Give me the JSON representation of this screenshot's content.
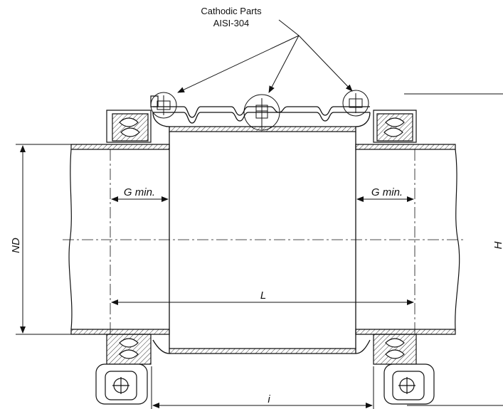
{
  "callout": {
    "line1": "Cathodic Parts",
    "line2": "AISI-304"
  },
  "dimensions": {
    "nd": "ND",
    "g_min_left": "G min.",
    "g_min_right": "G min.",
    "l": "L",
    "i": "i",
    "h": "H"
  },
  "colors": {
    "line": "#111111",
    "hatch": "#333333"
  }
}
